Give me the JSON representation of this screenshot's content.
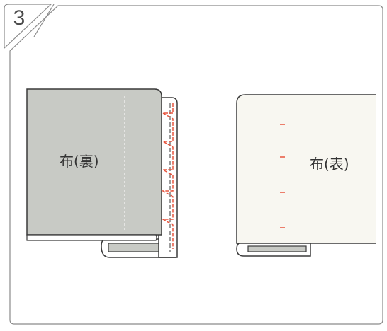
{
  "step": {
    "number": "3"
  },
  "panels": {
    "left": {
      "label": "布(裏)"
    },
    "right": {
      "label": "布(表)"
    }
  },
  "colors": {
    "frame": "#8a8a8a",
    "fabric_back": "#c8cac5",
    "fabric_front": "#f8f7f1",
    "stitch": "#e8553e",
    "outline": "#3a3a3a"
  }
}
